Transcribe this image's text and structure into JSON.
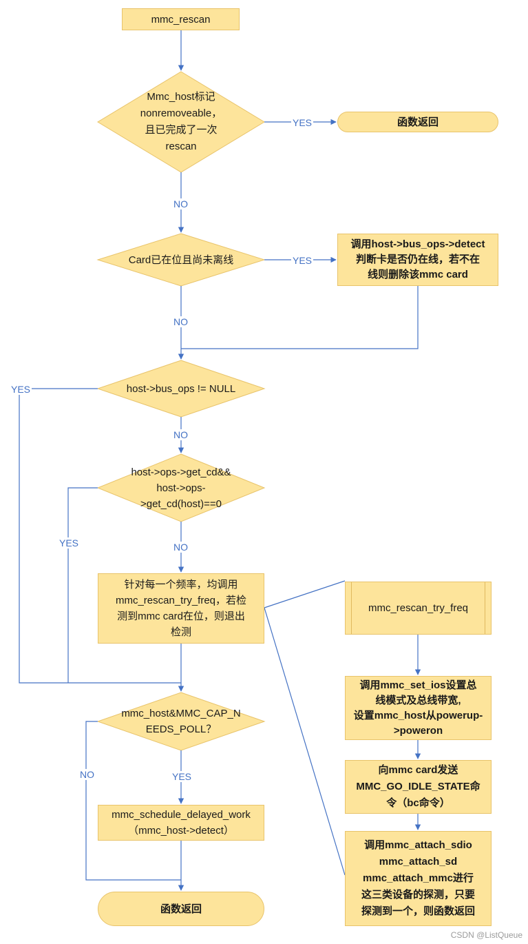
{
  "flowchart": {
    "start": "mmc_rescan",
    "decision_nonremovable": "Mmc_host标记\nnonremoveable，\n且已完成了一次\nrescan",
    "end_top": "函数返回",
    "decision_card_present": "Card已在位且尚未离线",
    "detect_box": "调用host->bus_ops->detect\n判断卡是否仍在线，若不在\n线则删除该mmc card",
    "decision_bus_ops": "host->bus_ops != NULL",
    "decision_get_cd": "host->ops->get_cd&&\nhost->ops-\n>get_cd(host)==0",
    "freq_loop": "针对每一个频率，均调用\nmmc_rescan_try_freq，若检\n测到mmc card在位，则退出\n检测",
    "decision_poll": "mmc_host&MMC_CAP_N\nEEDS_POLL？",
    "schedule_work": "mmc_schedule_delayed_work\n（mmc_host->detect）",
    "end_bottom": "函数返回",
    "subprocess_title": "mmc_rescan_try_freq",
    "set_ios": "调用mmc_set_ios设置总\n线模式及总线带宽,\n设置mmc_host从powerup-\n>poweron",
    "go_idle": "向mmc card发送\nMMC_GO_IDLE_STATE命\n令（bc命令）",
    "attach": "调用mmc_attach_sdio\nmmc_attach_sd\nmmc_attach_mmc进行\n这三类设备的探测，只要\n探测到一个，则函数返回"
  },
  "labels": {
    "yes_1": "YES",
    "no_1": "NO",
    "yes_2": "YES",
    "no_2": "NO",
    "yes_3": "YES",
    "no_3": "NO",
    "yes_4": "YES",
    "no_4": "NO",
    "yes_5": "YES",
    "no_5": "NO"
  },
  "watermark": "CSDN @ListQueue",
  "colors": {
    "node_fill": "#fde49b",
    "node_border": "#e8c36a",
    "line": "#4472c4"
  }
}
